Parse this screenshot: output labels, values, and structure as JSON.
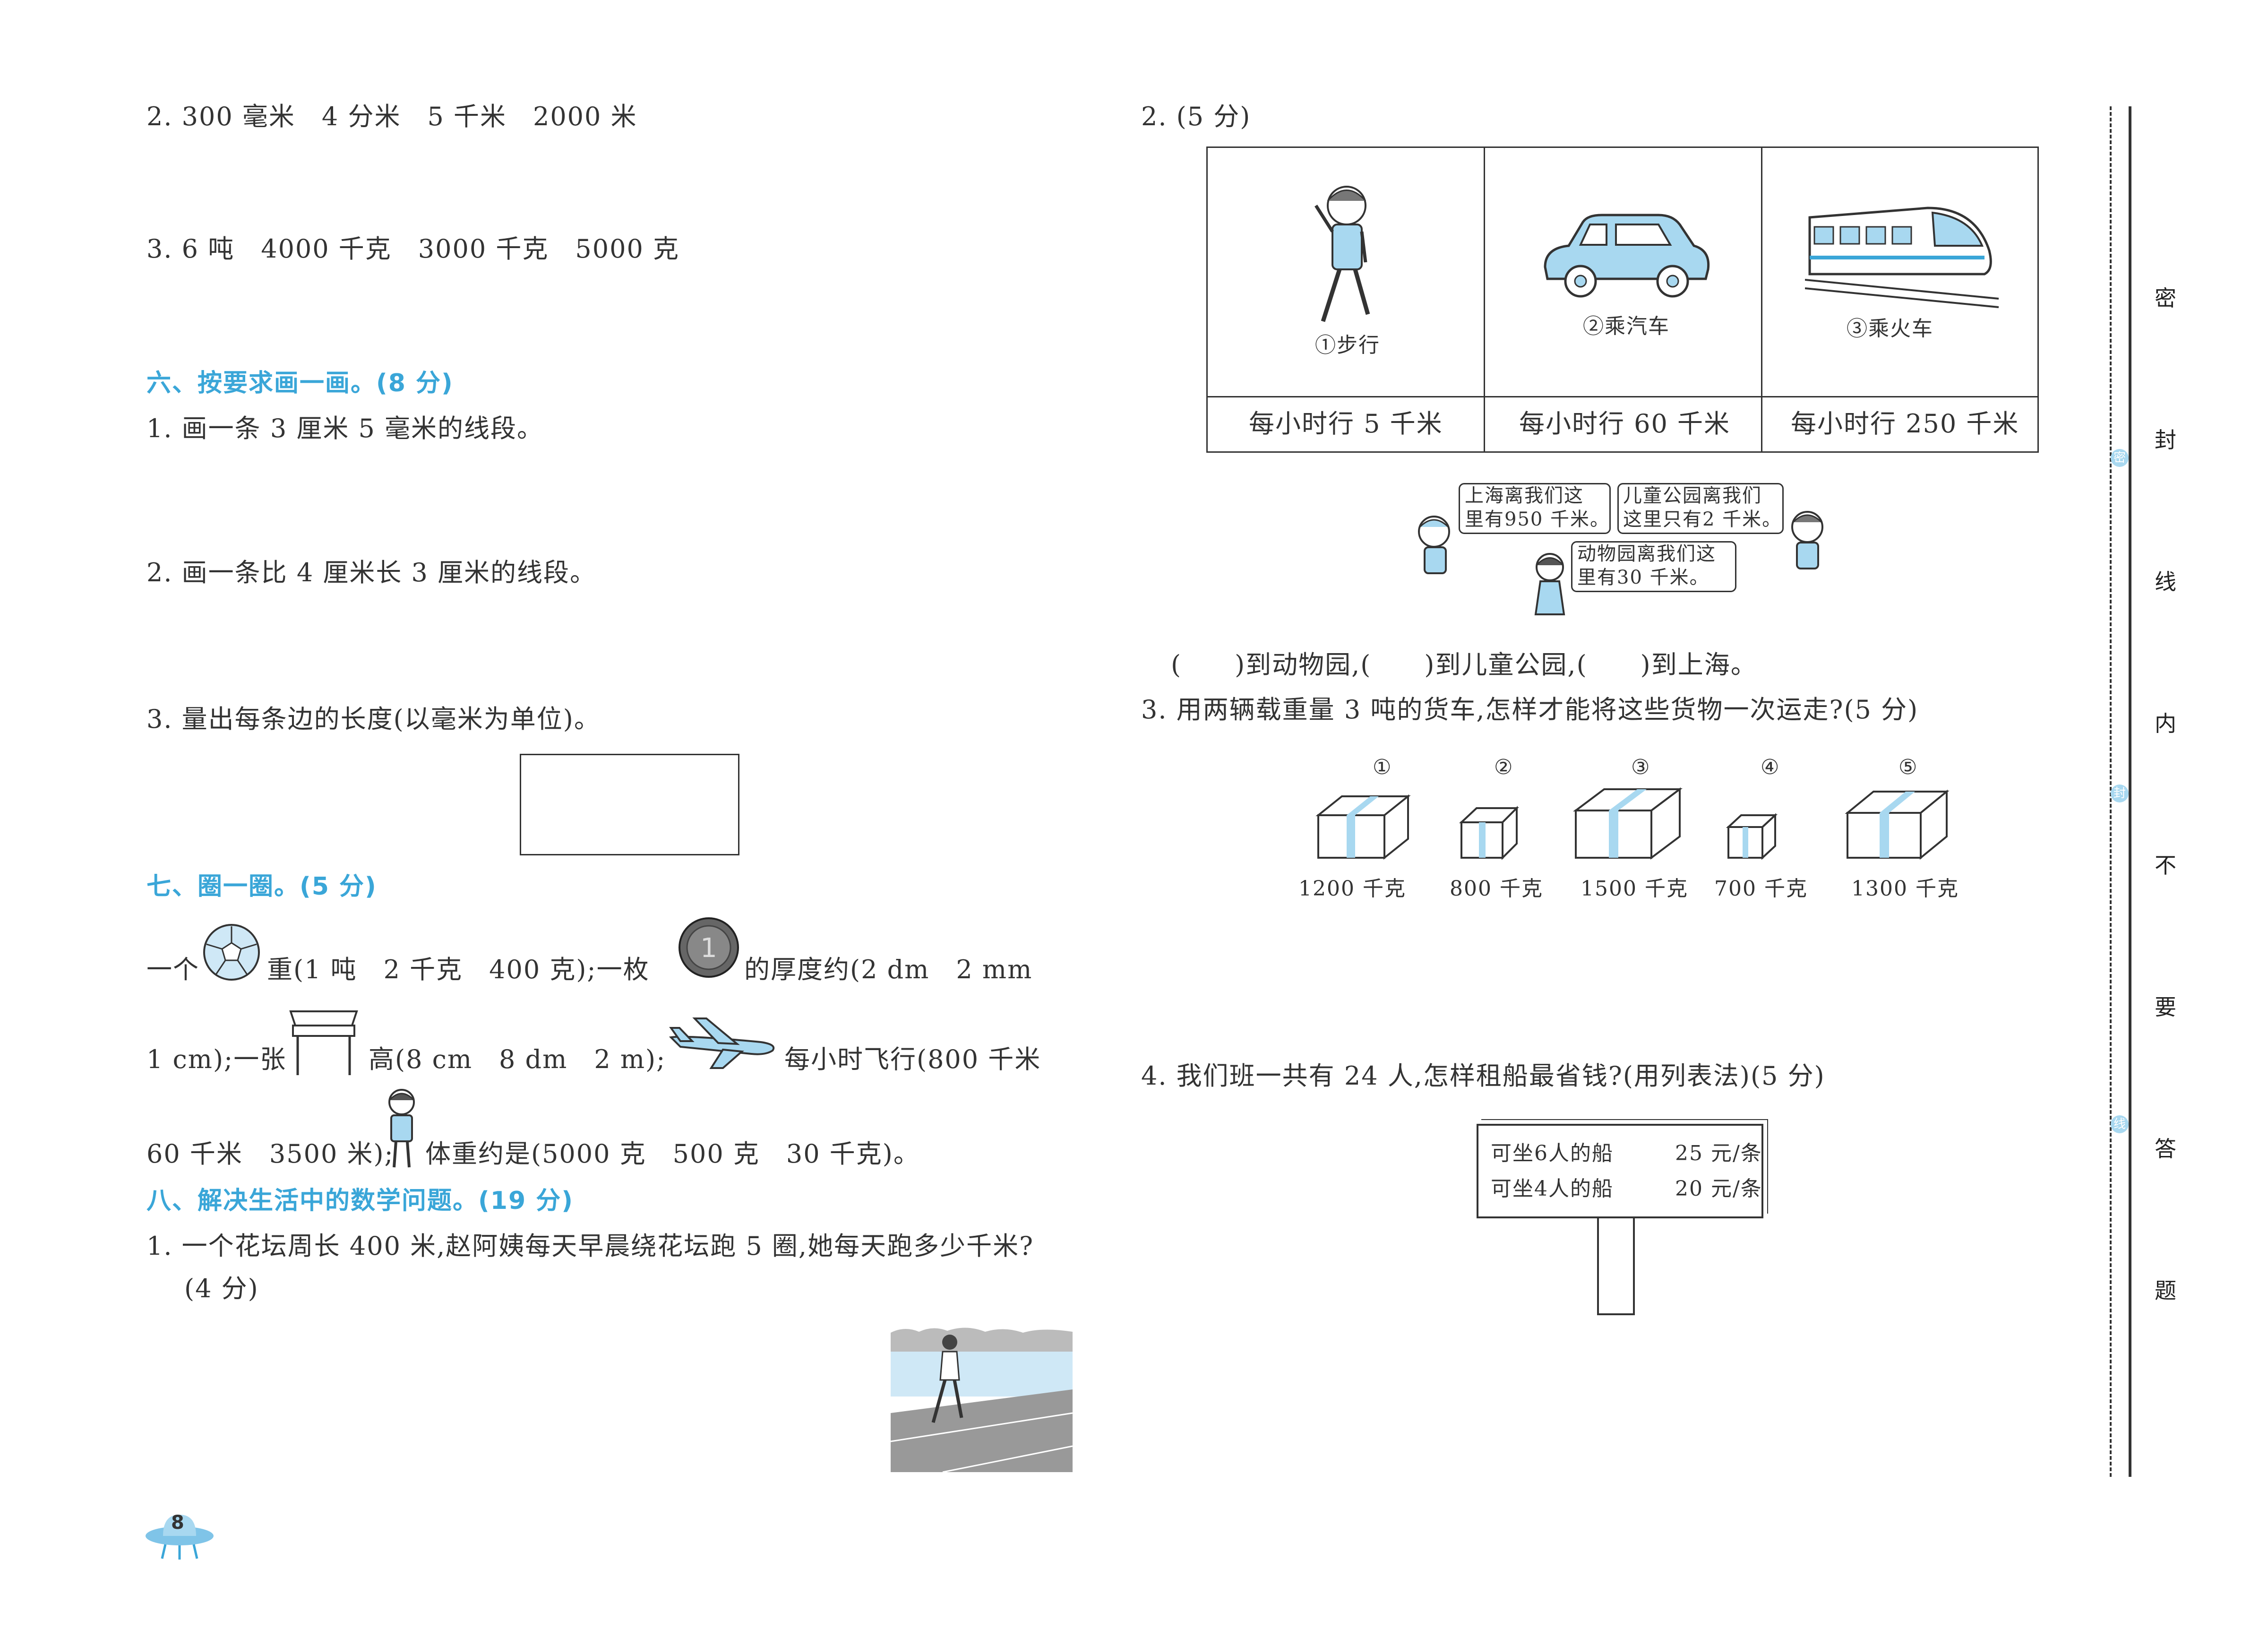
{
  "left": {
    "q5_2": "2. 300 毫米　4 分米　5 千米　2000 米",
    "q5_3": "3. 6 吨　4000 千克　3000 千克　5000 克",
    "sec6_title": "六、按要求画一画。(8 分)",
    "sec6_q1": "1. 画一条 3 厘米 5 毫米的线段。",
    "sec6_q2": "2. 画一条比 4 厘米长 3 厘米的线段。",
    "sec6_q3": "3. 量出每条边的长度(以毫米为单位)。",
    "sec7_title": "七、圈一圈。(5 分)",
    "sec7_l1a": "一个",
    "sec7_l1b": "重(1 吨　2 千克　400 克);一枚",
    "sec7_l1c": "的厚度约(2 dm　2 mm",
    "sec7_l2a": "1 cm);一张",
    "sec7_l2b": "高(8 cm　8 dm　2 m);",
    "sec7_l2c": "每小时飞行(800 千米",
    "sec7_l3a": "60 千米　3500 米);",
    "sec7_l3b": "体重约是(5000 克　500 克　30 千克)。",
    "sec8_title": "八、解决生活中的数学问题。(19 分)",
    "sec8_q1a": "1. 一个花坛周长 400 米,赵阿姨每天早晨绕花坛跑 5 圈,她每天跑多少千米?",
    "sec8_q1b": "(4 分)",
    "page_number": "8"
  },
  "right": {
    "q2_title": "2. (5 分)",
    "transport": [
      {
        "caption": "①步行",
        "speed": "每小时行 5 千米"
      },
      {
        "caption": "②乘汽车",
        "speed": "每小时行 60 千米"
      },
      {
        "caption": "③乘火车",
        "speed": "每小时行 250 千米"
      }
    ],
    "bubble1": [
      "上海离我们这",
      "里有950 千米。"
    ],
    "bubble2": [
      "儿童公园离我们",
      "这里只有2 千米。"
    ],
    "bubble3": [
      "动物园离我们这",
      "里有30 千米。"
    ],
    "q2_answer": "(　　)到动物园,(　　)到儿童公园,(　　)到上海。",
    "q3_title": "3. 用两辆载重量 3 吨的货车,怎样才能将这些货物一次运走?(5 分)",
    "boxes": [
      {
        "num": "①",
        "weight": "1200 千克"
      },
      {
        "num": "②",
        "weight": "800 千克"
      },
      {
        "num": "③",
        "weight": "1500 千克"
      },
      {
        "num": "④",
        "weight": "700 千克"
      },
      {
        "num": "⑤",
        "weight": "1300 千克"
      }
    ],
    "q4_title": "4. 我们班一共有 24 人,怎样租船最省钱?(用列表法)(5 分)",
    "sign": [
      {
        "label": "可坐6人的船",
        "price": "25 元/条"
      },
      {
        "label": "可坐4人的船",
        "price": "20 元/条"
      }
    ]
  },
  "margin": {
    "chars": [
      "密",
      "封",
      "线",
      "内",
      "不",
      "要",
      "答",
      "题"
    ],
    "circle_marks": [
      "密",
      "封",
      "线"
    ]
  },
  "colors": {
    "accent": "#3aa6d8",
    "light_blue": "#a8d8f0"
  }
}
